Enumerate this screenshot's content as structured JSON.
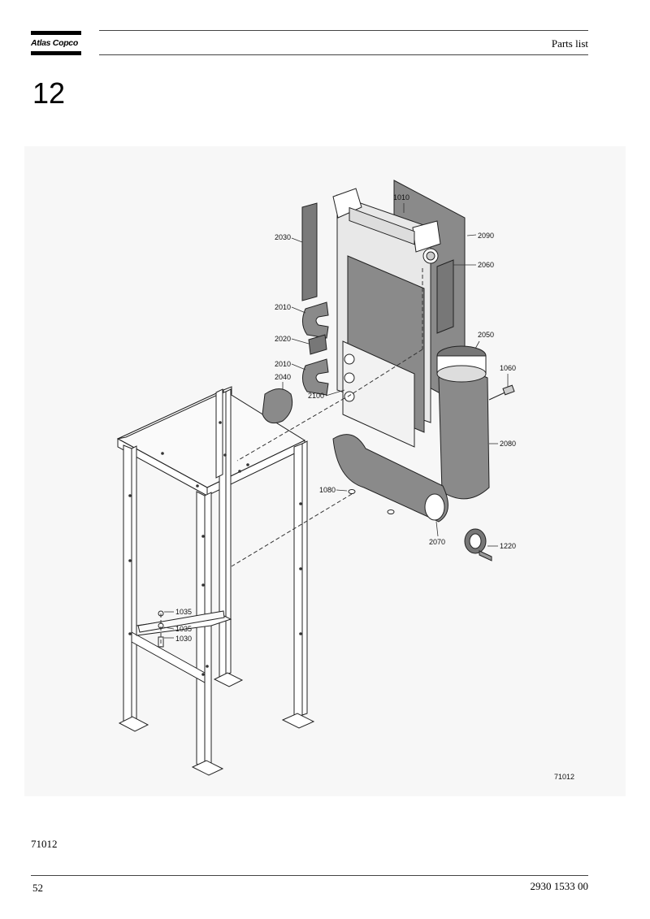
{
  "header": {
    "brand": "Atlas Copco",
    "section": "Parts list"
  },
  "chapter_number": "12",
  "figure": {
    "callouts": {
      "c1010": "1010",
      "c2030": "2030",
      "c2090": "2090",
      "c2060": "2060",
      "c2010a": "2010",
      "c2020": "2020",
      "c2010b": "2010",
      "c2050": "2050",
      "c2040": "2040",
      "c1060": "1060",
      "c2100": "2100",
      "c2080": "2080",
      "c1080": "1080",
      "c2070": "2070",
      "c1220": "1220",
      "c1035a": "1035",
      "c1035b": "1035",
      "c1030": "1030"
    },
    "drawing_id": "71012",
    "caption": "71012"
  },
  "footer": {
    "page_number": "52",
    "document_number": "2930 1533 00"
  }
}
